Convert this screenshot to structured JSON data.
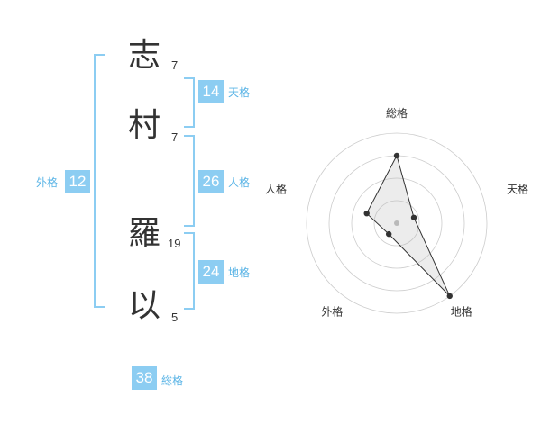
{
  "name": {
    "chars": [
      {
        "char": "志",
        "strokes": "7"
      },
      {
        "char": "村",
        "strokes": "7"
      },
      {
        "char": "羅",
        "strokes": "19"
      },
      {
        "char": "以",
        "strokes": "5"
      }
    ]
  },
  "kaku": {
    "tenkaku": {
      "label": "天格",
      "value": "14"
    },
    "jinkaku": {
      "label": "人格",
      "value": "26"
    },
    "chikaku": {
      "label": "地格",
      "value": "24"
    },
    "gaikaku": {
      "label": "外格",
      "value": "12"
    },
    "soukaku": {
      "label": "総格",
      "value": "38"
    }
  },
  "colors": {
    "accent": "#8ccdf2",
    "label": "#5ab4e6",
    "text": "#333333",
    "grid": "#cccccc"
  },
  "radar": {
    "axes": [
      "総格",
      "天格",
      "地格",
      "外格",
      "人格"
    ],
    "levels": 4,
    "max": 4,
    "values": [
      3.0,
      0.8,
      4.0,
      0.6,
      1.4
    ]
  }
}
